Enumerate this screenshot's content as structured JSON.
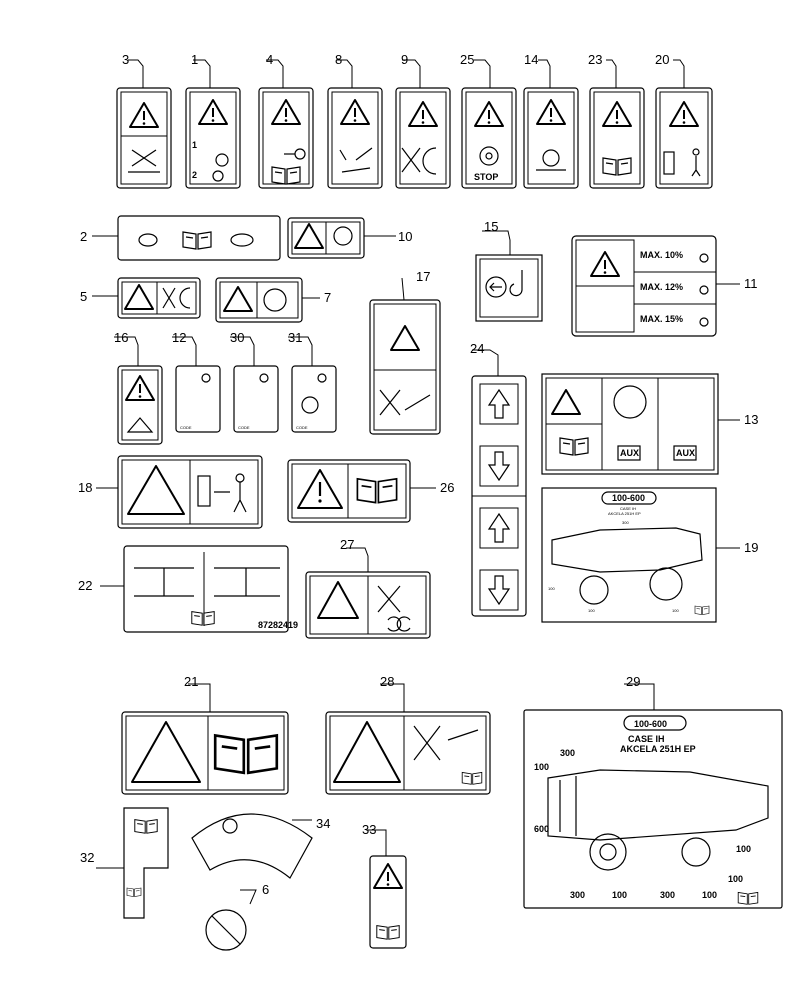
{
  "diagram": {
    "callouts": [
      "1",
      "2",
      "3",
      "4",
      "5",
      "6",
      "7",
      "8",
      "9",
      "10",
      "11",
      "12",
      "13",
      "14",
      "15",
      "16",
      "17",
      "18",
      "19",
      "20",
      "21",
      "22",
      "23",
      "24",
      "25",
      "26",
      "27",
      "28",
      "29",
      "30",
      "31",
      "32",
      "33",
      "34"
    ]
  },
  "decals": {
    "stop_text": "STOP",
    "max_10": "MAX. 10%",
    "max_12": "MAX. 12%",
    "max_15": "MAX. 15%",
    "code_label": "CODE",
    "aux_label": "AUX",
    "part_22": "87282419",
    "range_19": "100-600",
    "model_19_line1": "CASE IH",
    "model_19_line2": "AKCELA 251H EP",
    "val_19_a": "300",
    "val_19_b": "100",
    "val_19_c": "100",
    "val_19_d": "100",
    "range_29": "100-600",
    "model_29_line1": "CASE IH",
    "model_29_line2": "AKCELA 251H EP",
    "val_29_300a": "300",
    "val_29_100a": "100",
    "val_29_600": "600",
    "val_29_100b": "100",
    "val_29_100c": "100",
    "val_29_300b": "300",
    "val_29_100d": "100",
    "val_29_100e": "100",
    "val_29_300c": "300"
  }
}
